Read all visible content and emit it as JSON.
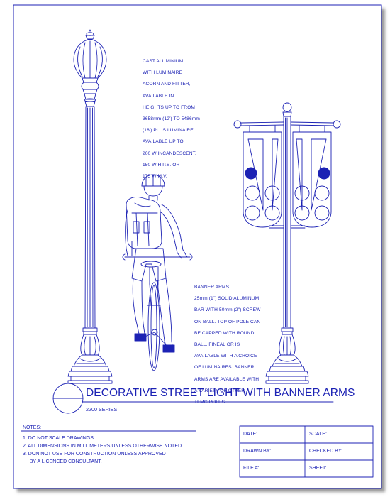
{
  "title": "DECORATIVE STREET LIGHT WITH BANNER ARMS",
  "series": "2200 SERIES",
  "luminaire_note": [
    "CAST ALUMINIUM",
    "WITH LUMINAIRE",
    "ACORN AND FITTER,",
    "AVAILABLE IN",
    "HEIGHTS UP TO FROM",
    "3658mm (12') TO 5486mm",
    "(18') PLUS LUMINAIRE.",
    "AVAILABLE UP TO:",
    "200 W INCANDESCENT,",
    "150 W H.P.S. OR",
    "175 W M.V."
  ],
  "banner_note": [
    "BANNER ARMS",
    "25mm (1\") SOLID ALUMINUM",
    "BAR WITH 50mm (2\") SCREW",
    "ON BALL. TOP OF POLE CAN",
    "BE CAPPED WITH ROUND",
    "BALL, FINEAL OR IS",
    "AVAILABLE WITH A CHOICE",
    "OF LUMINAIRES. BANNER",
    "ARMS ARE AVAILABLE WITH",
    "A VARIETY OF OTHER",
    "TFMC POLES."
  ],
  "notes": {
    "heading": "NOTES:",
    "items": [
      "1.  DO NOT SCALE DRAWINGS.",
      "2.  ALL DIMENSIONS IN MILLIMETERS UNLESS OTHERWISE NOTED.",
      "3. DON NOT USE FOR CONSTRUCTION UNLESS APPROVED",
      "     BY A LICENCED CONSULTANT."
    ]
  },
  "title_block": {
    "date": "DATE:",
    "scale": "SCALE:",
    "drawn_by": "DRAWN BY:",
    "checked_by": "CHECKED BY:",
    "file_no": "FILE #:",
    "sheet": "SHEET:"
  },
  "colors": {
    "ink": "#1c22b4",
    "paper": "#ffffff",
    "shadow": "#8a8a8a"
  }
}
